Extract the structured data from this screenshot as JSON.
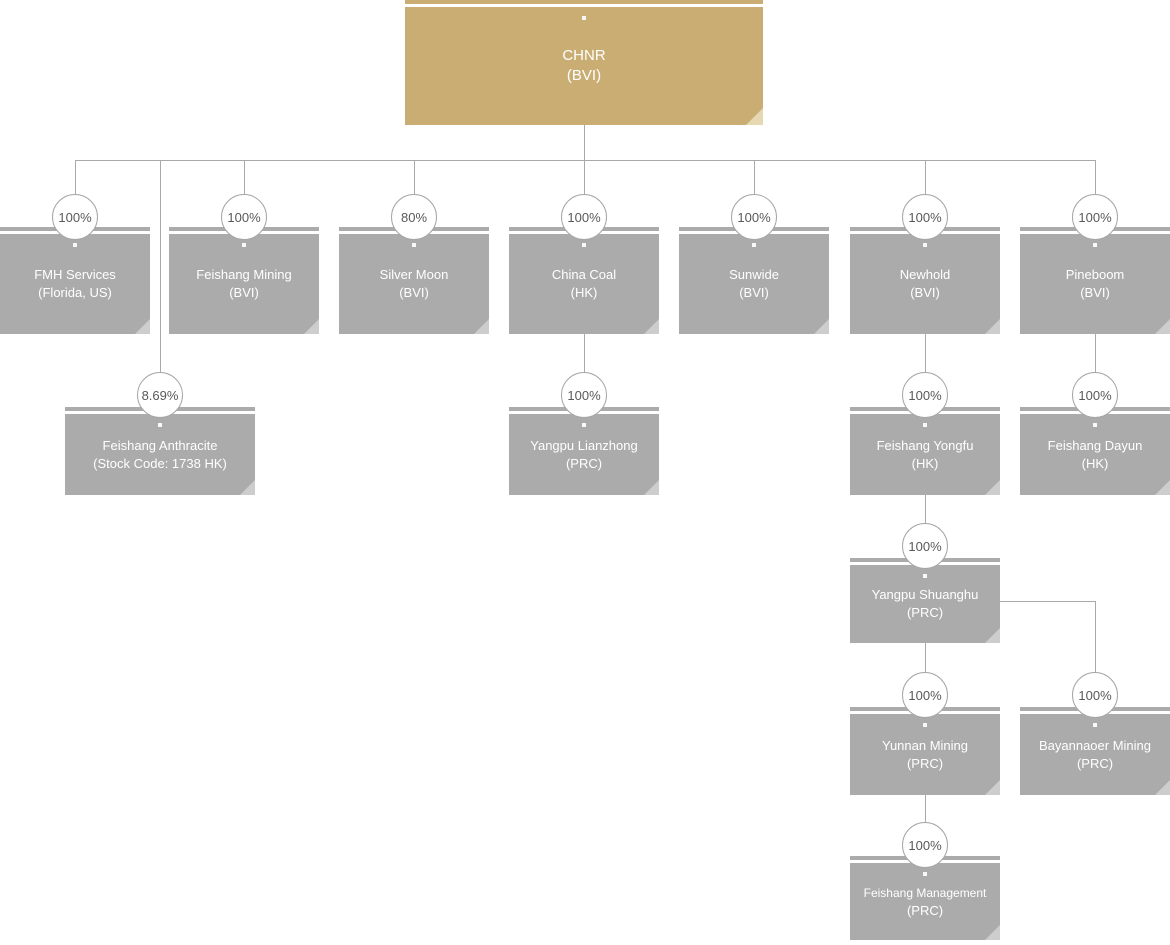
{
  "diagram": {
    "type": "corporate-structure-org-chart",
    "root": {
      "name": "CHNR",
      "jurisdiction": "(BVI)"
    },
    "nodes": [
      {
        "name": "FMH Services",
        "jurisdiction": "(Florida, US)",
        "ownership": "100%",
        "parent": "CHNR"
      },
      {
        "name": "Feishang Mining",
        "jurisdiction": "(BVI)",
        "ownership": "100%",
        "parent": "CHNR"
      },
      {
        "name": "Silver Moon",
        "jurisdiction": "(BVI)",
        "ownership": "80%",
        "parent": "CHNR"
      },
      {
        "name": "China Coal",
        "jurisdiction": "(HK)",
        "ownership": "100%",
        "parent": "CHNR"
      },
      {
        "name": "Sunwide",
        "jurisdiction": "(BVI)",
        "ownership": "100%",
        "parent": "CHNR"
      },
      {
        "name": "Newhold",
        "jurisdiction": "(BVI)",
        "ownership": "100%",
        "parent": "CHNR"
      },
      {
        "name": "Pineboom",
        "jurisdiction": "(BVI)",
        "ownership": "100%",
        "parent": "CHNR"
      },
      {
        "name": "Feishang Anthracite",
        "jurisdiction": "(Stock Code: 1738 HK)",
        "ownership": "8.69%",
        "parent": "CHNR"
      },
      {
        "name": "Yangpu Lianzhong",
        "jurisdiction": "(PRC)",
        "ownership": "100%",
        "parent": "China Coal"
      },
      {
        "name": "Feishang Yongfu",
        "jurisdiction": "(HK)",
        "ownership": "100%",
        "parent": "Newhold"
      },
      {
        "name": "Feishang Dayun",
        "jurisdiction": "(HK)",
        "ownership": "100%",
        "parent": "Pineboom"
      },
      {
        "name": "Yangpu Shuanghu",
        "jurisdiction": "(PRC)",
        "ownership": "100%",
        "parent": "Feishang Yongfu"
      },
      {
        "name": "Yunnan Mining",
        "jurisdiction": "(PRC)",
        "ownership": "100%",
        "parent": "Yangpu Shuanghu"
      },
      {
        "name": "Bayannaoer Mining",
        "jurisdiction": "(PRC)",
        "ownership": "100%",
        "parent": "Yangpu Shuanghu"
      },
      {
        "name": "Feishang Management",
        "jurisdiction": "(PRC)",
        "ownership": "100%",
        "parent": "Yunnan Mining"
      }
    ],
    "colors": {
      "root_fill": "#c9ad73",
      "root_fold": "#e6d9b2",
      "node_fill": "#ababab",
      "node_fold": "#cdcdcd",
      "node_text": "#ffffff",
      "percent_text": "#595959",
      "connector": "#a9a9a9"
    }
  }
}
